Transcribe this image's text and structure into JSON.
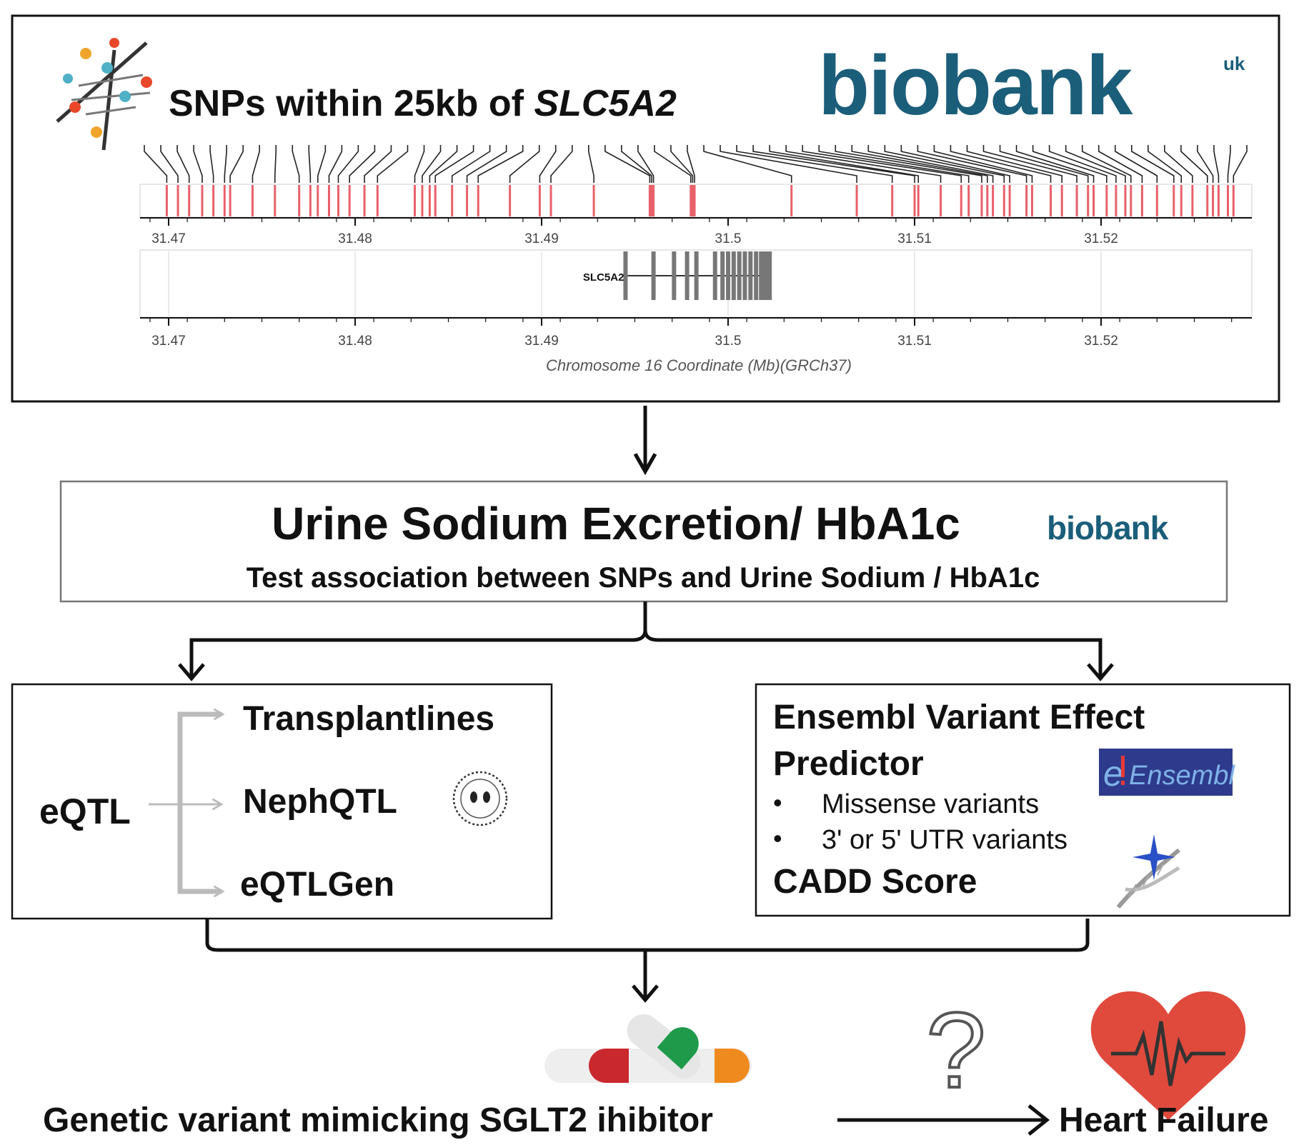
{
  "top_panel": {
    "title_prefix": "SNPs within 25kb of ",
    "title_gene": "SLC5A2",
    "logo_text": "biobank",
    "logo_superscript": "uk",
    "axis_ticks": [
      "31.47",
      "31.48",
      "31.49",
      "31.5",
      "31.51",
      "31.52"
    ],
    "gene_label": "SLC5A2",
    "axis_title": "Chromosome 16 Coordinate (Mb)(GRCh37)"
  },
  "chart_data": {
    "type": "scatter",
    "title": "",
    "xlabel": "Chromosome 16 Coordinate (Mb)(GRCh37)",
    "ylabel": "",
    "xlim": [
      31.4685,
      31.5285
    ],
    "snp_positions_mb": [
      31.4699,
      31.4705,
      31.4711,
      31.4718,
      31.4724,
      31.473,
      31.4733,
      31.4745,
      31.4757,
      31.477,
      31.4776,
      31.478,
      31.4786,
      31.4791,
      31.4797,
      31.4805,
      31.4812,
      31.4832,
      31.4836,
      31.484,
      31.4843,
      31.4852,
      31.486,
      31.4866,
      31.4883,
      31.4899,
      31.4905,
      31.4928,
      31.4958,
      31.4959,
      31.496,
      31.498,
      31.4981,
      31.4982,
      31.5034,
      31.5069,
      31.5088,
      31.51,
      31.5102,
      31.5114,
      31.5125,
      31.5129,
      31.5136,
      31.5139,
      31.5142,
      31.5148,
      31.5151,
      31.516,
      31.5163,
      31.5173,
      31.5179,
      31.5187,
      31.5193,
      31.5196,
      31.5203,
      31.5208,
      31.5213,
      31.5216,
      31.5222,
      31.523,
      31.5239,
      31.5243,
      31.5249,
      31.5257,
      31.526,
      31.5263,
      31.5268,
      31.5271
    ],
    "gene": {
      "name": "SLC5A2",
      "start_mb": 31.4945,
      "end_mb": 31.5021,
      "exons_mb": [
        31.4945,
        31.496,
        31.4971,
        31.4978,
        31.4983,
        31.4993,
        31.4997,
        31.5,
        31.5003,
        31.5006,
        31.5009,
        31.5012,
        31.5015,
        31.502
      ]
    }
  },
  "middle_box": {
    "title": "Urine Sodium Excretion/ HbA1c",
    "subtitle": "Test association between SNPs and Urine Sodium / HbA1c",
    "logo_text": "biobank"
  },
  "left_box": {
    "label": "eQTL",
    "items": [
      "Transplantlines",
      "NephQTL",
      "eQTLGen"
    ]
  },
  "right_box": {
    "title_line1": "Ensembl Variant Effect",
    "title_line2": "Predictor",
    "bullets": [
      "Missense variants",
      "3' or 5' UTR variants"
    ],
    "footer": "CADD Score",
    "logo_text": "Ensembl",
    "logo_e": "e"
  },
  "bottom": {
    "left_text": "Genetic variant mimicking SGLT2 ihibitor",
    "right_text": "Heart Failure",
    "question_mark": "?"
  },
  "colors": {
    "snp_red": "#e8606a",
    "biobank_teal": "#1b5e7a",
    "heart_red": "#e04a3c",
    "ensembl_bg": "#2e3a8c",
    "ensembl_text": "#7fb2e8"
  }
}
